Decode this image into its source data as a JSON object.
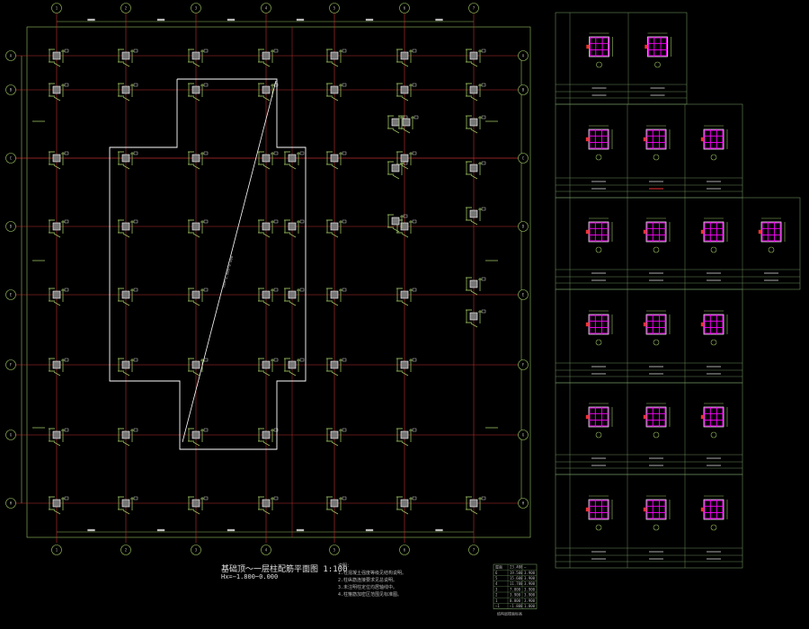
{
  "drawing": {
    "title": "基础顶～一层柱配筋平面图  1:100",
    "subtitle": "Hx=−1.800~0.000",
    "diagonal_label": "Hx=−1.800~0.000"
  },
  "grid": {
    "columns": [
      "1",
      "2",
      "3",
      "4",
      "5",
      "6",
      "7"
    ],
    "rows": [
      "A",
      "B",
      "C",
      "D",
      "E",
      "F",
      "G",
      "H"
    ]
  },
  "notes": {
    "heading": "说明：",
    "lines": [
      "1.柱混凝土强度等级见结构说明。",
      "2.柱纵筋连接要求见总说明。",
      "3.未注明柱定位均居轴线中。",
      "4.柱箍筋加密区范围见标准图。"
    ]
  },
  "table": {
    "caption": "结构层楼面标高",
    "rows": [
      [
        "屋面",
        "23.400",
        "—"
      ],
      [
        "6",
        "19.500",
        "3.900"
      ],
      [
        "5",
        "15.600",
        "3.900"
      ],
      [
        "4",
        "11.700",
        "3.900"
      ],
      [
        "3",
        "7.800",
        "3.900"
      ],
      [
        "2",
        "3.900",
        "3.900"
      ],
      [
        "1",
        "0.000",
        "3.900"
      ],
      [
        "−1",
        "−1.800",
        "1.800"
      ]
    ]
  },
  "colors": {
    "background": "#000000",
    "axis": "#c03030",
    "dimension": "#9ac060",
    "column": "#ffffff",
    "rebar": "#ff00ff",
    "section_frame": "#6a8a5a"
  }
}
